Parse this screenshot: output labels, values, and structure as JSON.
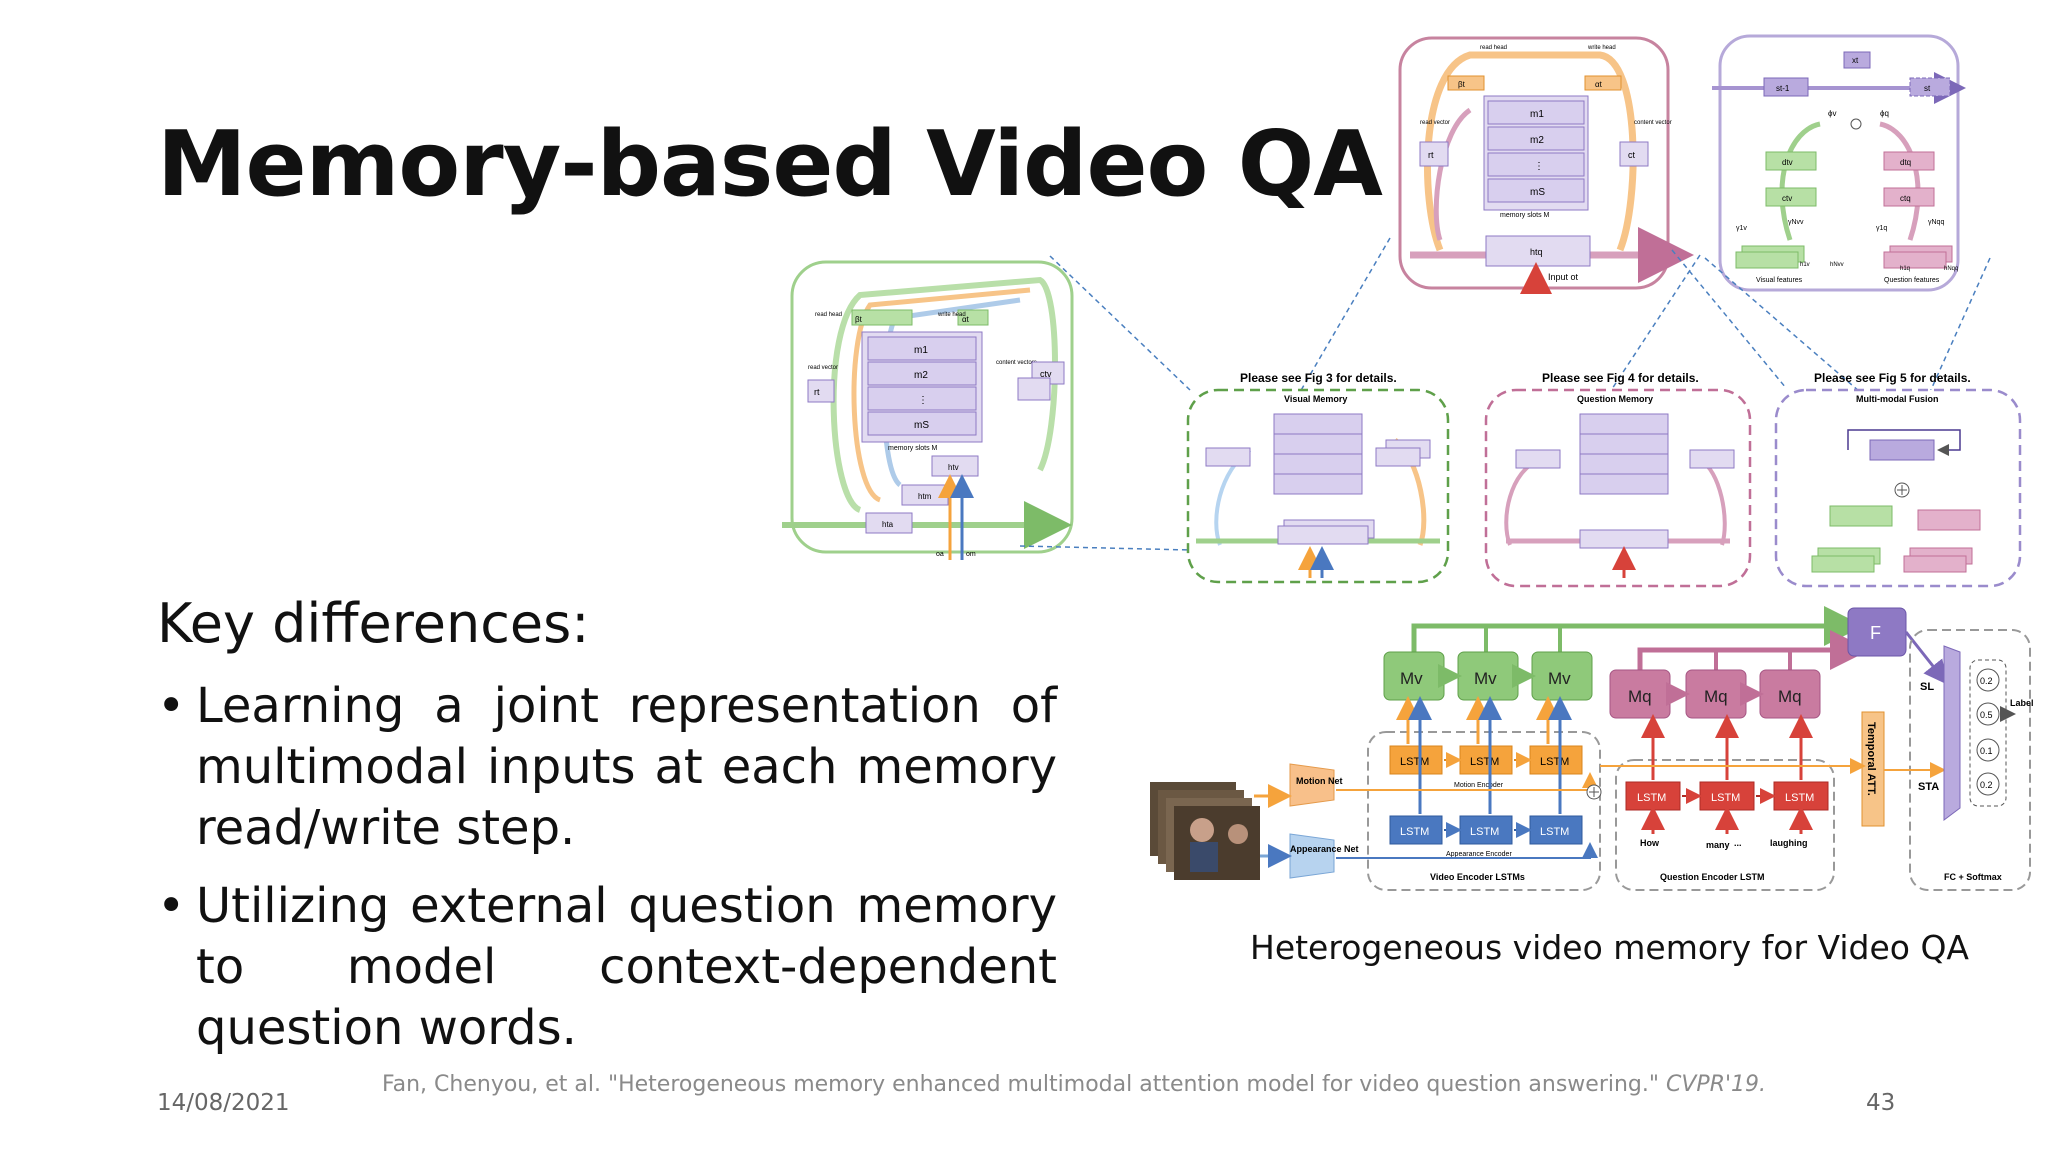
{
  "slide": {
    "title": "Memory-based Video QA",
    "subtitle": "Key differences:",
    "bullets": [
      "Learning a joint representation of multimodal inputs at each memory read/write step.",
      "Utilizing external question memory to model context-dependent question words."
    ],
    "caption": "Heterogeneous video memory for Video QA",
    "citation_main": "Fan, Chenyou, et al. \"Heterogeneous memory enhanced multimodal attention model for video question answering.\"",
    "citation_venue": "CVPR'19.",
    "date": "14/08/2021",
    "page_number": "43"
  },
  "diagram": {
    "bullet_glyph": "•",
    "visual_detail": {
      "read_head": "read head",
      "write_head": "write head",
      "read_vector": "read vector",
      "content_vectors": "content vectors",
      "beta": "βt",
      "alpha": "αt",
      "slots": [
        "m1",
        "m2",
        "⋮",
        "mS"
      ],
      "slots_label": "memory slots M",
      "r": "rt",
      "c": "ctv",
      "h1": "htv",
      "h2": "htm",
      "h3": "hta",
      "o1": "oa",
      "o2": "om"
    },
    "question_detail": {
      "read_head": "read head",
      "write_head": "write head",
      "read_vector": "read vector",
      "content_vector": "content vector",
      "beta": "βt",
      "alpha": "αt",
      "slots": [
        "m1",
        "m2",
        "⋮",
        "mS"
      ],
      "slots_label": "memory slots M",
      "r": "rt",
      "c": "ct",
      "h": "htq",
      "input": "Input ot"
    },
    "fusion_detail": {
      "x": "xt",
      "s_prev": "st-1",
      "s": "st",
      "dv": "dtv",
      "cv": "ctv",
      "dq": "dtq",
      "cq": "ctq",
      "phi_v": "ϕv",
      "phi_q": "ϕq",
      "visual_features": "Visual features",
      "question_features": "Question features",
      "gamma_v1": "γ1v",
      "gamma_vn": "γNvv",
      "h_v1": "h1v",
      "h_vn": "hNvv",
      "gamma_q1": "γ1q",
      "gamma_qn": "γNqq",
      "h_q1": "h1q",
      "h_qn": "hNqq"
    },
    "modules": {
      "see_fig3": "Please see Fig 3 for details.",
      "see_fig4": "Please see Fig 4 for details.",
      "see_fig5": "Please see Fig 5 for details.",
      "visual_memory": "Visual Memory",
      "question_memory": "Question Memory",
      "multimodal_fusion": "Multi-modal Fusion"
    },
    "pipeline": {
      "mv": "Mv",
      "mq": "Mq",
      "f": "F",
      "lstm": "LSTM",
      "motion_net": "Motion Net",
      "appearance_net": "Appearance Net",
      "motion_encoder": "Motion Encoder",
      "appearance_encoder": "Appearance Encoder",
      "video_encoder": "Video Encoder LSTMs",
      "question_encoder": "Question Encoder LSTM",
      "words": [
        "How",
        "many",
        "...",
        "laughing"
      ],
      "temporal_att": "Temporal ATT.",
      "fc_softmax": "FC + Softmax",
      "sl": "SL",
      "sta": "STA",
      "label": "Label",
      "probs": [
        "0.2",
        "0.5",
        "0.1",
        "0.2"
      ]
    },
    "colors": {
      "green": "#8fc97a",
      "green_dark": "#5fa04a",
      "pink": "#c97ba0",
      "purple": "#8e79c4",
      "orange": "#f5a33c",
      "blue": "#4a78c0",
      "red": "#d7423a"
    }
  }
}
